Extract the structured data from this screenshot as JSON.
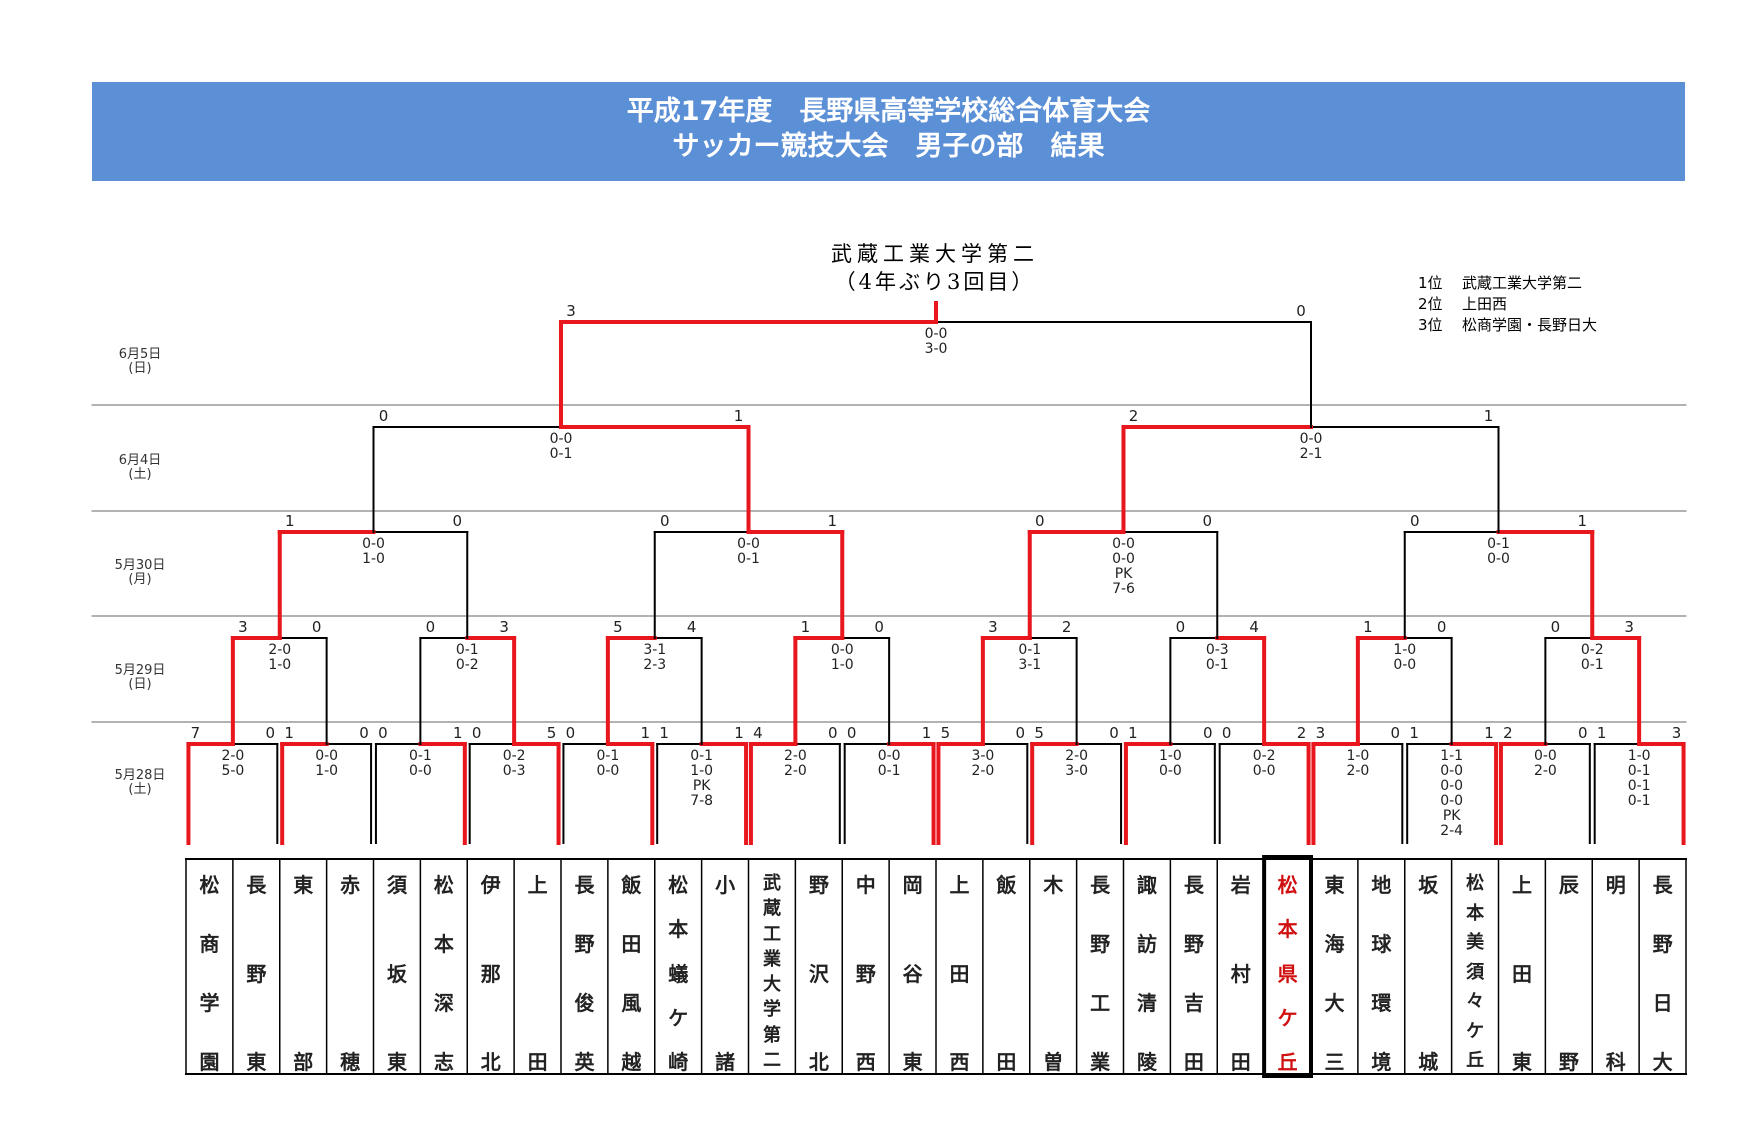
{
  "header": {
    "title_line1": "平成17年度　長野県高等学校総合体育大会",
    "title_line2": "サッカー競技大会　男子の部　結果",
    "background_color": "#5b8fd6"
  },
  "champion_note": {
    "line1": "武蔵工業大学第二",
    "line2": "（4年ぶり3回目）"
  },
  "ranking": [
    {
      "rank": "1位",
      "team": "武蔵工業大学第二"
    },
    {
      "rank": "2位",
      "team": "上田西"
    },
    {
      "rank": "3位",
      "team": "松商学園・長野日大"
    }
  ],
  "dates": [
    {
      "date": "6月5日",
      "weekday": "(日)"
    },
    {
      "date": "6月4日",
      "weekday": "(土)"
    },
    {
      "date": "5月30日",
      "weekday": "(月)"
    },
    {
      "date": "5月29日",
      "weekday": "(日)"
    },
    {
      "date": "5月28日",
      "weekday": "(土)"
    }
  ],
  "colors": {
    "winner_line": "#e8161d",
    "loser_line": "#000000",
    "highlight_team": "#d01010"
  },
  "teams": [
    "松商学園",
    "長野東",
    "東部",
    "赤穂",
    "須坂東",
    "松本深志",
    "伊那北",
    "上田",
    "長野俊英",
    "飯田風越",
    "松本蟻ケ崎",
    "小諸",
    "武蔵工業大学第二",
    "野沢北",
    "中野西",
    "岡谷東",
    "上田西",
    "飯田",
    "木曽",
    "長野工業",
    "諏訪清陵",
    "長野吉田",
    "岩村田",
    "松本県ケ丘",
    "東海大三",
    "地球環境",
    "坂城",
    "松本美須々ケ丘",
    "上田東",
    "辰野",
    "明科",
    "長野日大"
  ],
  "highlight_team_index": 23,
  "rounds": [
    [
      {
        "ls": "7",
        "rs": "0",
        "scores": [
          "2-0",
          "5-0"
        ],
        "w": 0
      },
      {
        "ls": "1",
        "rs": "0",
        "scores": [
          "0-0",
          "1-0"
        ],
        "w": 0
      },
      {
        "ls": "0",
        "rs": "1",
        "scores": [
          "0-1",
          "0-0"
        ],
        "w": 1
      },
      {
        "ls": "0",
        "rs": "5",
        "scores": [
          "0-2",
          "0-3"
        ],
        "w": 1
      },
      {
        "ls": "0",
        "rs": "1",
        "scores": [
          "0-1",
          "0-0"
        ],
        "w": 1
      },
      {
        "ls": "1",
        "rs": "1",
        "scores": [
          "0-1",
          "1-0",
          "PK",
          "7-8"
        ],
        "w": 1
      },
      {
        "ls": "4",
        "rs": "0",
        "scores": [
          "2-0",
          "2-0"
        ],
        "w": 0
      },
      {
        "ls": "0",
        "rs": "1",
        "scores": [
          "0-0",
          "0-1"
        ],
        "w": 1
      },
      {
        "ls": "5",
        "rs": "0",
        "scores": [
          "3-0",
          "2-0"
        ],
        "w": 0
      },
      {
        "ls": "5",
        "rs": "0",
        "scores": [
          "2-0",
          "3-0"
        ],
        "w": 0
      },
      {
        "ls": "1",
        "rs": "0",
        "scores": [
          "1-0",
          "0-0"
        ],
        "w": 0
      },
      {
        "ls": "0",
        "rs": "2",
        "scores": [
          "0-2",
          "0-0"
        ],
        "w": 1
      },
      {
        "ls": "3",
        "rs": "0",
        "scores": [
          "1-0",
          "2-0"
        ],
        "w": 0
      },
      {
        "ls": "1",
        "rs": "1",
        "scores": [
          "1-1",
          "0-0",
          "0-0",
          "0-0",
          "PK",
          "2-4"
        ],
        "w": 1
      },
      {
        "ls": "2",
        "rs": "0",
        "scores": [
          "0-0",
          "2-0"
        ],
        "w": 0
      },
      {
        "ls": "1",
        "rs": "3",
        "scores": [
          "1-0",
          "0-1",
          "0-1",
          "0-1"
        ],
        "w": 1
      }
    ],
    [
      {
        "ls": "3",
        "rs": "0",
        "scores": [
          "2-0",
          "1-0"
        ],
        "w": 0
      },
      {
        "ls": "0",
        "rs": "3",
        "scores": [
          "0-1",
          "0-2"
        ],
        "w": 1
      },
      {
        "ls": "5",
        "rs": "4",
        "scores": [
          "3-1",
          "2-3"
        ],
        "w": 0
      },
      {
        "ls": "1",
        "rs": "0",
        "scores": [
          "0-0",
          "1-0"
        ],
        "w": 0
      },
      {
        "ls": "3",
        "rs": "2",
        "scores": [
          "0-1",
          "3-1"
        ],
        "w": 0
      },
      {
        "ls": "0",
        "rs": "4",
        "scores": [
          "0-3",
          "0-1"
        ],
        "w": 1
      },
      {
        "ls": "1",
        "rs": "0",
        "scores": [
          "1-0",
          "0-0"
        ],
        "w": 0
      },
      {
        "ls": "0",
        "rs": "3",
        "scores": [
          "0-2",
          "0-1"
        ],
        "w": 1
      }
    ],
    [
      {
        "ls": "1",
        "rs": "0",
        "scores": [
          "0-0",
          "1-0"
        ],
        "w": 0
      },
      {
        "ls": "0",
        "rs": "1",
        "scores": [
          "0-0",
          "0-1"
        ],
        "w": 1
      },
      {
        "ls": "0",
        "rs": "0",
        "scores": [
          "0-0",
          "0-0",
          "PK",
          "7-6"
        ],
        "w": 0
      },
      {
        "ls": "0",
        "rs": "1",
        "scores": [
          "0-1",
          "0-0"
        ],
        "w": 1
      }
    ],
    [
      {
        "ls": "0",
        "rs": "1",
        "scores": [
          "0-0",
          "0-1"
        ],
        "w": 1
      },
      {
        "ls": "2",
        "rs": "1",
        "scores": [
          "0-0",
          "2-1"
        ],
        "w": 0
      }
    ],
    [
      {
        "ls": "3",
        "rs": "0",
        "scores": [
          "0-0",
          "3-0"
        ],
        "w": 0
      }
    ]
  ]
}
